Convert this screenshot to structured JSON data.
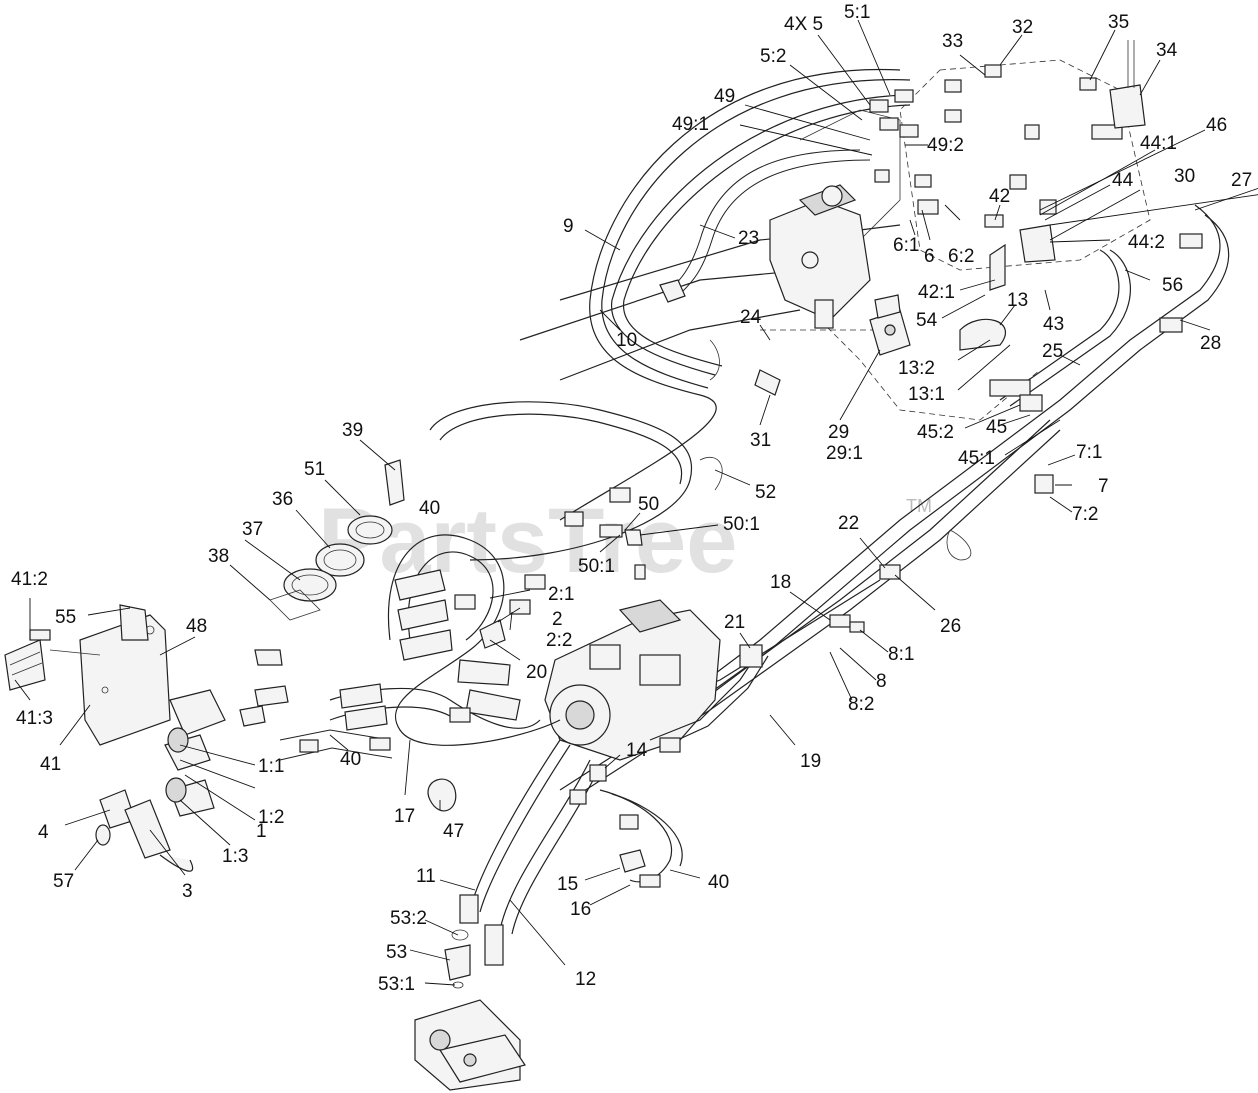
{
  "watermark": {
    "text": "PartsTree",
    "mark": "TM"
  },
  "callouts": {
    "c4x5": "4X 5",
    "c5_1": "5:1",
    "c5_2": "5:2",
    "c33": "33",
    "c32": "32",
    "c35": "35",
    "c34": "34",
    "c49": "49",
    "c49_1": "49:1",
    "c49_2": "49:2",
    "c46": "46",
    "c44_1": "44:1",
    "c44": "44",
    "c30": "30",
    "c27": "27",
    "c9": "9",
    "c23": "23",
    "c42": "42",
    "c6": "6",
    "c6_2": "6:2",
    "c44_2": "44:2",
    "c6_1": "6:1",
    "c42_1": "42:1",
    "c56": "56",
    "c13": "13",
    "c54": "54",
    "c43": "43",
    "c28": "28",
    "c10": "10",
    "c24": "24",
    "c13_2": "13:2",
    "c25": "25",
    "c13_1": "13:1",
    "c39": "39",
    "c31": "31",
    "c29": "29",
    "c29_1": "29:1",
    "c45_2": "45:2",
    "c45": "45",
    "c45_1": "45:1",
    "c51": "51",
    "c7_1": "7:1",
    "c7": "7",
    "c7_2": "7:2",
    "c52": "52",
    "c36": "36",
    "c40a": "40",
    "c50": "50",
    "c50_1": "50:1",
    "c37": "37",
    "c22": "22",
    "c38": "38",
    "c50_sub1": "50:1",
    "c2_1": "2:1",
    "c2": "2",
    "c2_2": "2:2",
    "c41_2": "41:2",
    "c55": "55",
    "c18": "18",
    "c26": "26",
    "c48": "48",
    "c21": "21",
    "c8_1": "8:1",
    "c20": "20",
    "c8": "8",
    "c41_3": "41:3",
    "c8_2": "8:2",
    "c14": "14",
    "c41": "41",
    "c40b": "40",
    "c19": "19",
    "c1_1": "1:1",
    "c17": "17",
    "c1_2": "1:2",
    "c47": "47",
    "c4": "4",
    "c1": "1",
    "c1_3": "1:3",
    "c57": "57",
    "c3": "3",
    "c11": "11",
    "c15": "15",
    "c40c": "40",
    "c16": "16",
    "c53_2": "53:2",
    "c53": "53",
    "c12": "12",
    "c53_1": "53:1"
  }
}
